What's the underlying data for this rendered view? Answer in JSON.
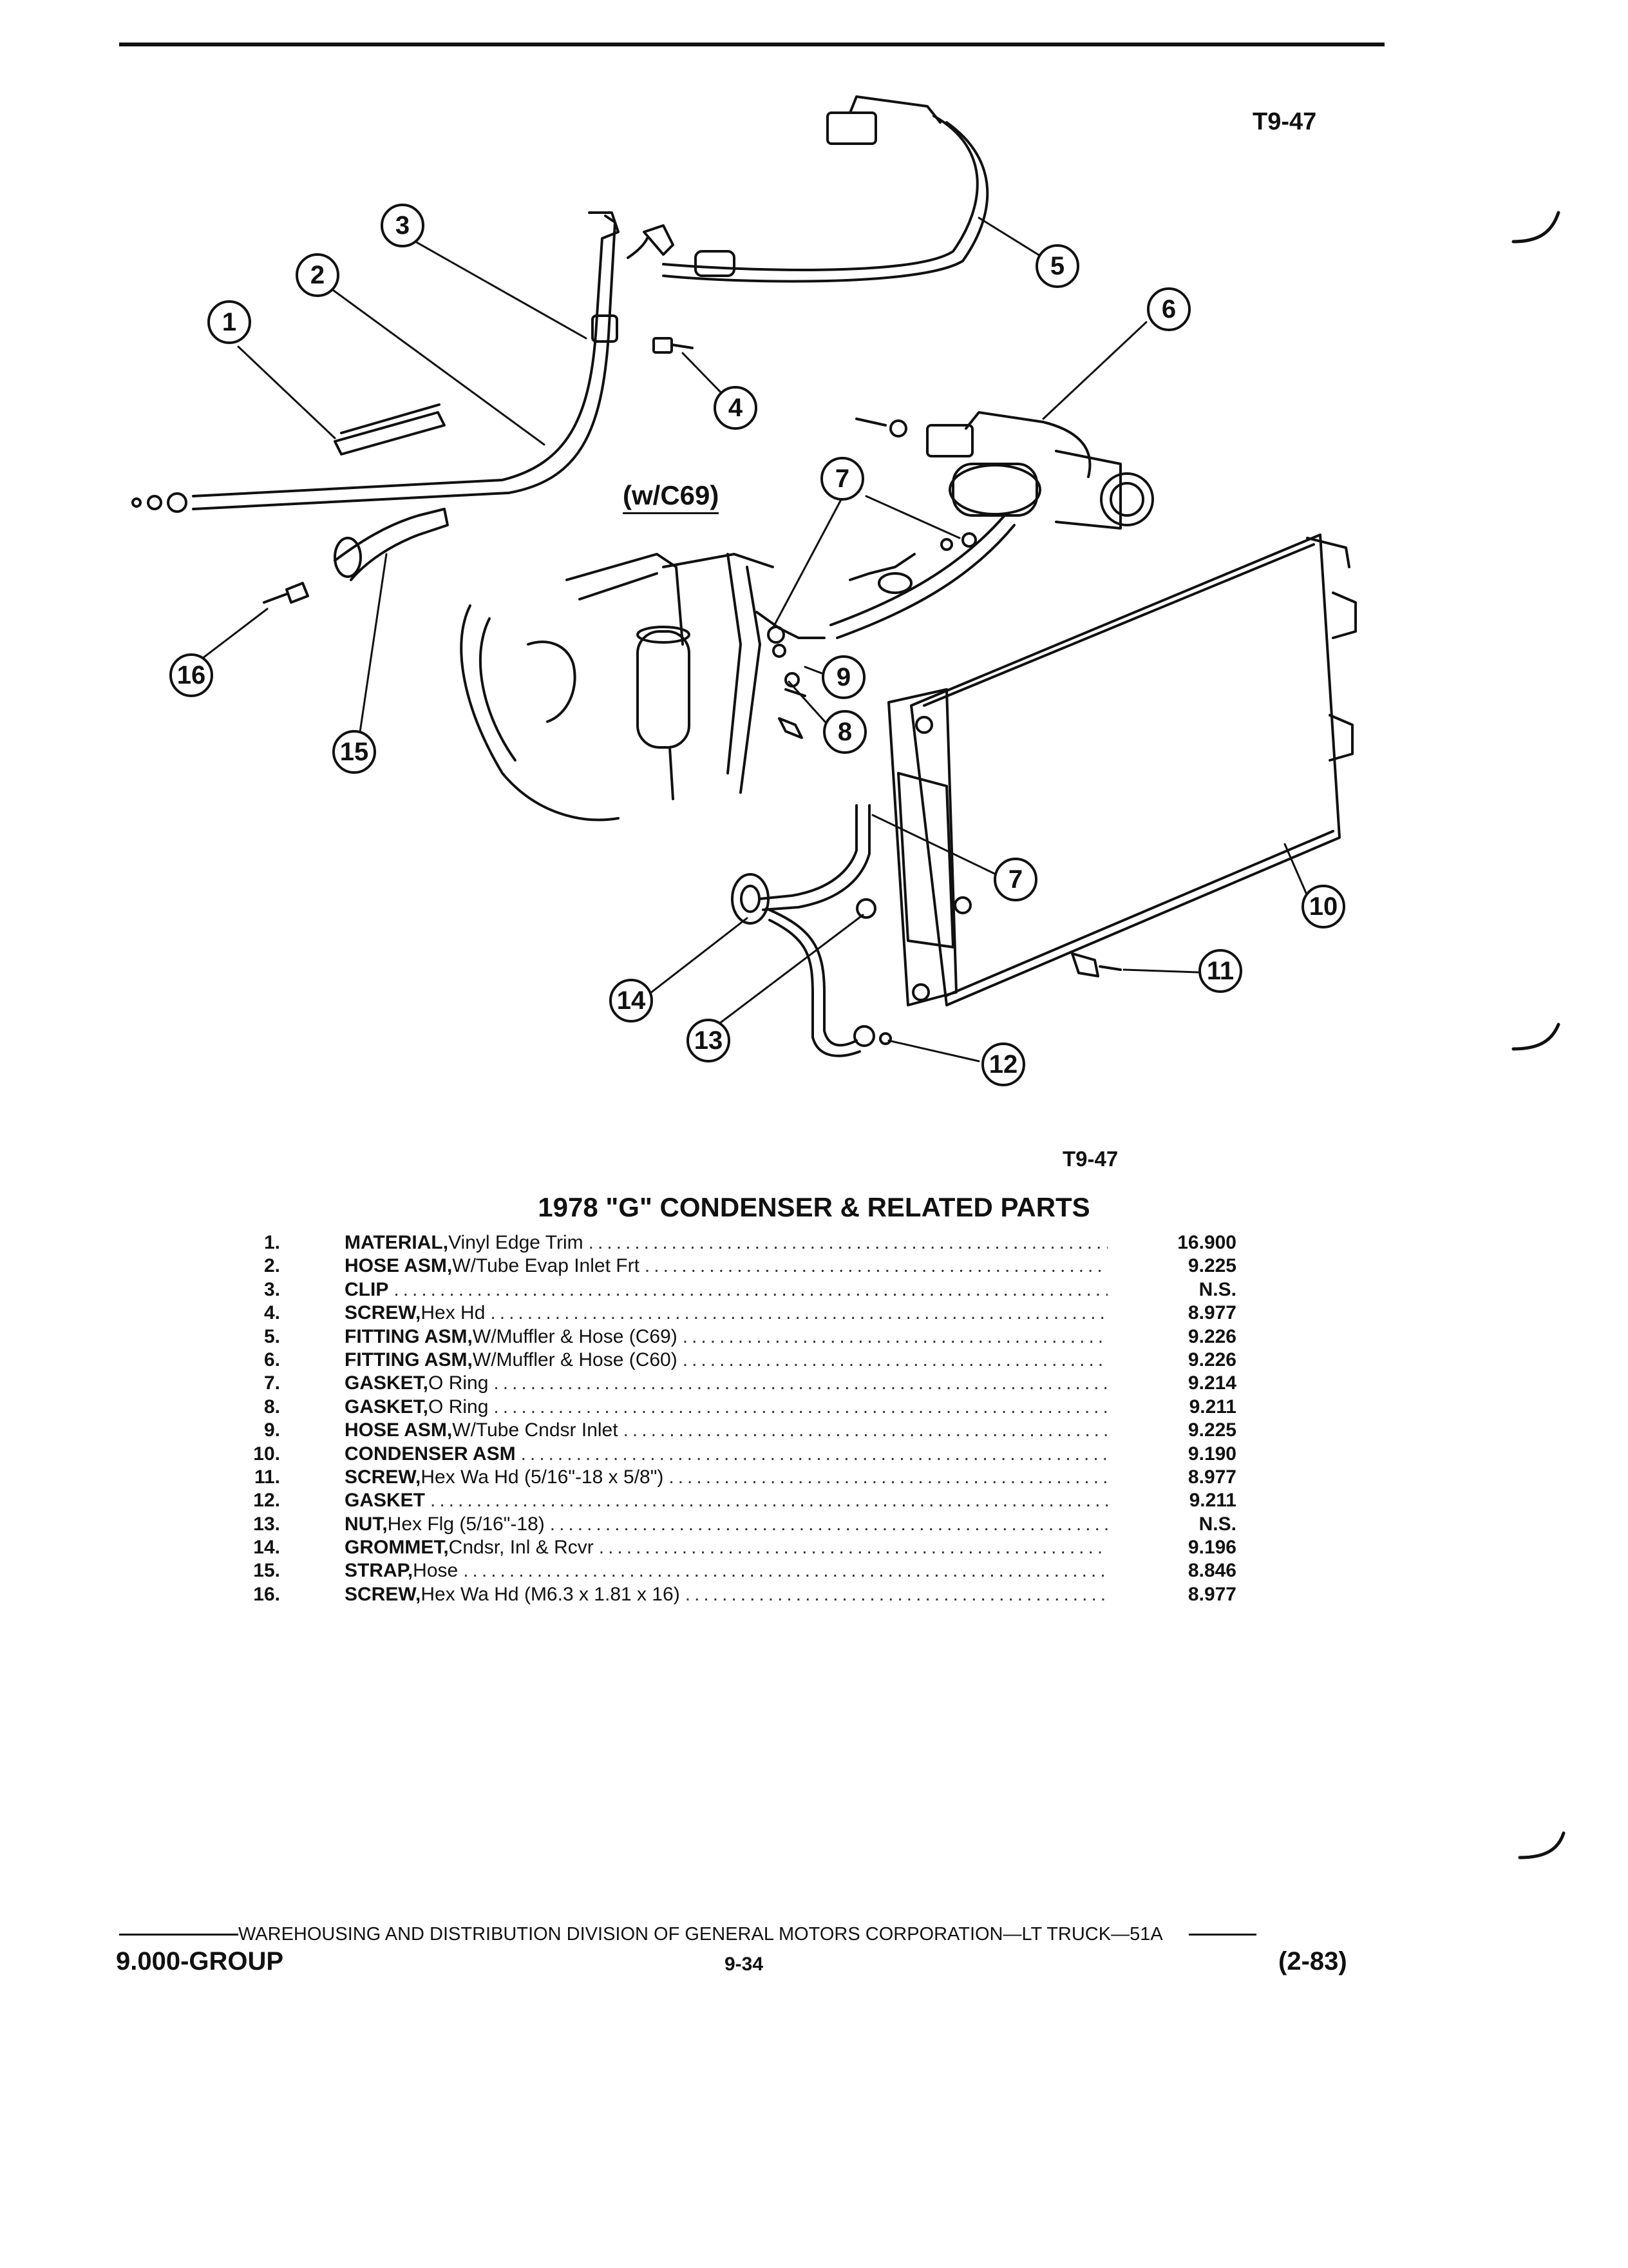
{
  "header": {
    "figure_id": "T9-47"
  },
  "diagram": {
    "variant_label": "(w/C69)",
    "figure_id": "T9-47",
    "callouts": [
      "1",
      "2",
      "3",
      "4",
      "5",
      "6",
      "7",
      "7",
      "8",
      "9",
      "10",
      "11",
      "12",
      "13",
      "14",
      "15",
      "16"
    ]
  },
  "parts": {
    "title": "1978 \"G\" CONDENSER & RELATED PARTS",
    "items": [
      {
        "num": "1.",
        "name": "MATERIAL,",
        "qual": " Vinyl Edge Trim",
        "ref": "16.900"
      },
      {
        "num": "2.",
        "name": "HOSE ASM,",
        "qual": " W/Tube Evap Inlet Frt",
        "ref": "9.225"
      },
      {
        "num": "3.",
        "name": "CLIP",
        "qual": "",
        "ref": "N.S."
      },
      {
        "num": "4.",
        "name": "SCREW,",
        "qual": " Hex Hd",
        "ref": "8.977"
      },
      {
        "num": "5.",
        "name": "FITTING ASM,",
        "qual": " W/Muffler & Hose (C69)",
        "ref": "9.226"
      },
      {
        "num": "6.",
        "name": "FITTING ASM,",
        "qual": " W/Muffler & Hose (C60)",
        "ref": "9.226"
      },
      {
        "num": "7.",
        "name": "GASKET,",
        "qual": " O Ring",
        "ref": "9.214"
      },
      {
        "num": "8.",
        "name": "GASKET,",
        "qual": " O Ring",
        "ref": "9.211"
      },
      {
        "num": "9.",
        "name": "HOSE ASM,",
        "qual": " W/Tube Cndsr Inlet",
        "ref": "9.225"
      },
      {
        "num": "10.",
        "name": "CONDENSER ASM",
        "qual": "",
        "ref": "9.190"
      },
      {
        "num": "11.",
        "name": "SCREW,",
        "qual": " Hex Wa Hd (5/16\"-18 x 5/8\")",
        "ref": "8.977"
      },
      {
        "num": "12.",
        "name": "GASKET",
        "qual": "",
        "ref": "9.211"
      },
      {
        "num": "13.",
        "name": "NUT,",
        "qual": " Hex Flg (5/16\"-18)",
        "ref": "N.S."
      },
      {
        "num": "14.",
        "name": "GROMMET,",
        "qual": " Cndsr, Inl & Rcvr",
        "ref": "9.196"
      },
      {
        "num": "15.",
        "name": "STRAP,",
        "qual": " Hose",
        "ref": "8.846"
      },
      {
        "num": "16.",
        "name": "SCREW,",
        "qual": " Hex Wa Hd (M6.3 x 1.81 x 16)",
        "ref": "8.977"
      }
    ]
  },
  "footer": {
    "division_line": "WAREHOUSING AND DISTRIBUTION  DIVISION OF GENERAL MOTORS CORPORATION—LT TRUCK—51A",
    "group": "9.000-GROUP",
    "page": "9-34",
    "revision": "(2-83)"
  },
  "colors": {
    "ink": "#111111",
    "paper": "#ffffff"
  }
}
